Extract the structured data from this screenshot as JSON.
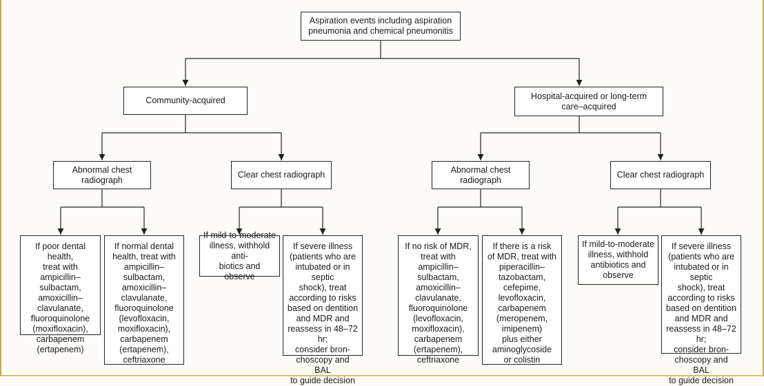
{
  "nodes": {
    "root": "Aspiration events including aspiration\npneumonia and chemical pneumonitis",
    "community": "Community-acquired",
    "hospital": "Hospital-acquired or long-term\ncare–acquired",
    "comm_abnormal": "Abnormal chest\nradiograph",
    "comm_clear": "Clear chest radiograph",
    "hosp_abnormal": "Abnormal chest\nradiograph",
    "hosp_clear": "Clear chest radiograph",
    "comm_abn_poor": "If poor dental health,\ntreat with ampicillin–\nsulbactam,\namoxicillin–\nclavulanate,\nfluoroquinolone\n(moxifloxacin),\ncarbapenem\n(ertapenem)",
    "comm_abn_normal": "If normal dental\nhealth, treat with\nampicillin–\nsulbactam,\namoxicillin–\nclavulanate,\nfluoroquinolone\n(levofloxacin,\nmoxifloxacin),\ncarbapenem\n(ertapenem),\nceftriaxone",
    "comm_clear_mild": "If mild-to-moderate\nillness, withhold anti-\nbiotics and observe",
    "comm_clear_severe": "If severe illness\n(patients who are\nintubated or in septic\nshock), treat\naccording to risks\nbased on dentition\nand MDR and\nreassess in 48–72 hr;\nconsider bron-\nchoscopy and BAL\nto guide decision",
    "hosp_abn_nomdr": "If no risk of MDR,\ntreat with ampicillin–\nsulbactam,\namoxicillin–\nclavulanate,\nfluoroquinolone\n(levofloxacin,\nmoxifloxacin),\ncarbapenem\n(ertapenem),\nceftriaxone",
    "hosp_abn_mdr": "If there is a risk\nof MDR, treat with\npiperacillin–\ntazobactam,\ncefepime,\nlevofloxacin,\ncarbapenem\n(meropenem,\nimipenem)\nplus either\naminoglycoside\nor colistin",
    "hosp_clear_mild": "If mild-to-moderate\nillness, withhold\nantibiotics and\nobserve",
    "hosp_clear_severe": "If severe illness\n(patients who are\nintubated or in septic\nshock), treat\naccording to risks\nbased on dentition\nand MDR and\nreassess in 48–72 hr;\nconsider bron-\nchoscopy and BAL\nto guide decision"
  },
  "colors": {
    "line": "#222222",
    "frame_accent": "#c9a646"
  }
}
